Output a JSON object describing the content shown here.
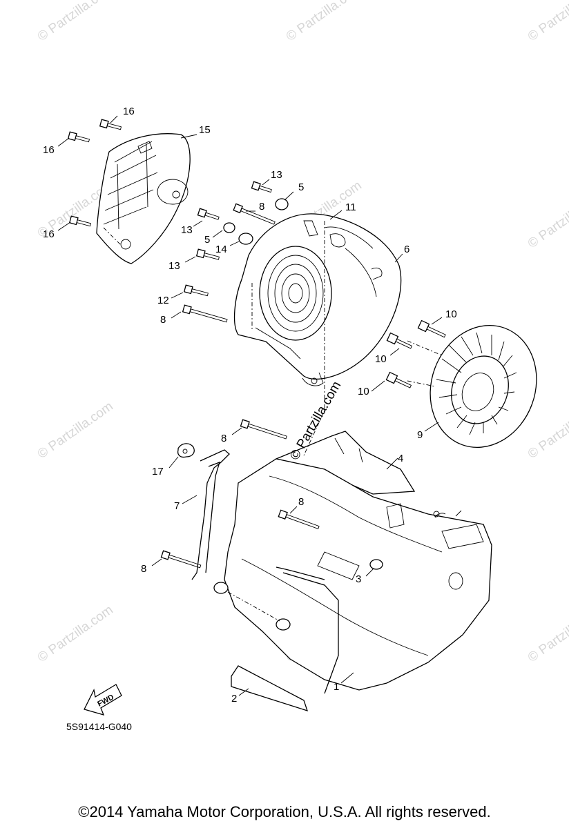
{
  "watermark": {
    "text": "© Partzilla.com",
    "center_text": "© Partzilla.com"
  },
  "diagram": {
    "code": "5S91414-G040",
    "fwd_label": "FWD",
    "callouts": {
      "c1": "1",
      "c2": "2",
      "c3": "3",
      "c4": "4",
      "c5a": "5",
      "c5b": "5",
      "c6": "6",
      "c7": "7",
      "c8a": "8",
      "c8b": "8",
      "c8c": "8",
      "c8d": "8",
      "c8e": "8",
      "c9": "9",
      "c10a": "10",
      "c10b": "10",
      "c10c": "10",
      "c11": "11",
      "c12": "12",
      "c13a": "13",
      "c13b": "13",
      "c13c": "13",
      "c14": "14",
      "c15": "15",
      "c16a": "16",
      "c16b": "16",
      "c16c": "16",
      "c17": "17"
    }
  },
  "copyright": "©2014 Yamaha Motor Corporation, U.S.A. All rights reserved."
}
